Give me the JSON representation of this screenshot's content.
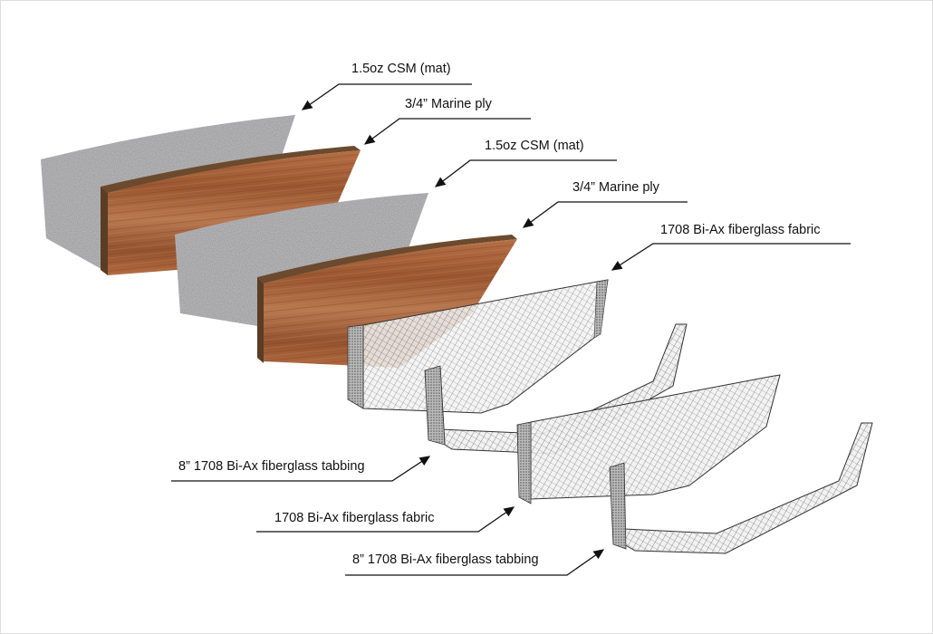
{
  "diagram": {
    "colors": {
      "mat": "#9a9a9c",
      "plywood": "#a8623a",
      "plywood_edge": "#6b4a2e",
      "fiberglass_line": "#333333"
    },
    "labels": [
      {
        "text": "1.5oz CSM (mat)"
      },
      {
        "text": "3/4” Marine ply"
      },
      {
        "text": "1.5oz CSM (mat)"
      },
      {
        "text": "3/4” Marine ply"
      },
      {
        "text": "1708 Bi-Ax fiberglass fabric"
      },
      {
        "text": "8” 1708 Bi-Ax fiberglass tabbing"
      },
      {
        "text": "1708 Bi-Ax fiberglass fabric"
      },
      {
        "text": "8” 1708 Bi-Ax fiberglass tabbing"
      }
    ]
  }
}
